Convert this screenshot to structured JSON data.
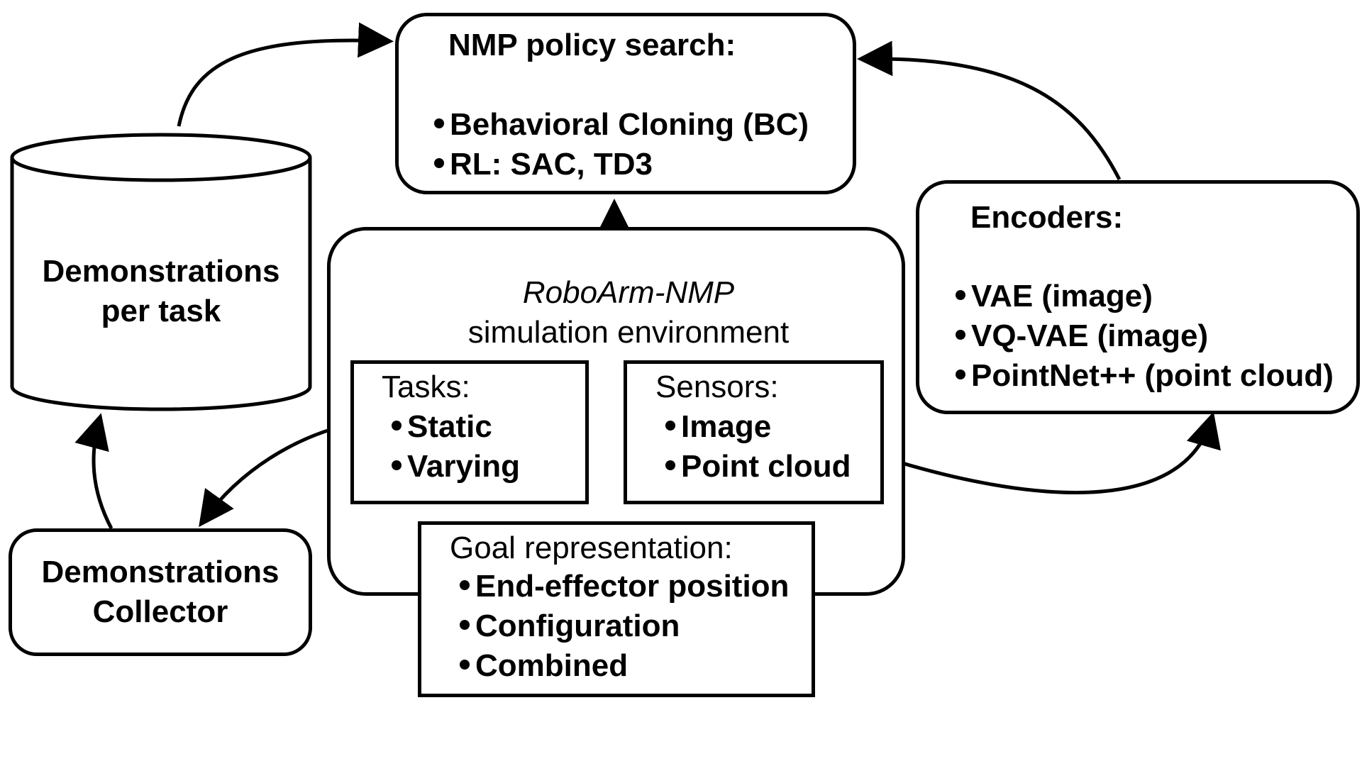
{
  "policy_search": {
    "title": "NMP policy search:",
    "items": [
      "Behavioral Cloning (BC)",
      "RL: SAC, TD3"
    ]
  },
  "database": {
    "line1": "Demonstrations",
    "line2": "per task"
  },
  "collector": {
    "line1": "Demonstrations",
    "line2": "Collector"
  },
  "environment": {
    "title_italic": "RoboArm-NMP",
    "subtitle": "simulation environment"
  },
  "tasks": {
    "title": "Tasks:",
    "items": [
      "Static",
      "Varying"
    ]
  },
  "sensors": {
    "title": "Sensors:",
    "items": [
      "Image",
      "Point cloud"
    ]
  },
  "goal": {
    "title": "Goal representation:",
    "items": [
      "End-effector position",
      "Configuration",
      "Combined"
    ]
  },
  "encoders": {
    "title": "Encoders:",
    "items": [
      "VAE (image)",
      "VQ-VAE (image)",
      "PointNet++ (point cloud)"
    ]
  }
}
